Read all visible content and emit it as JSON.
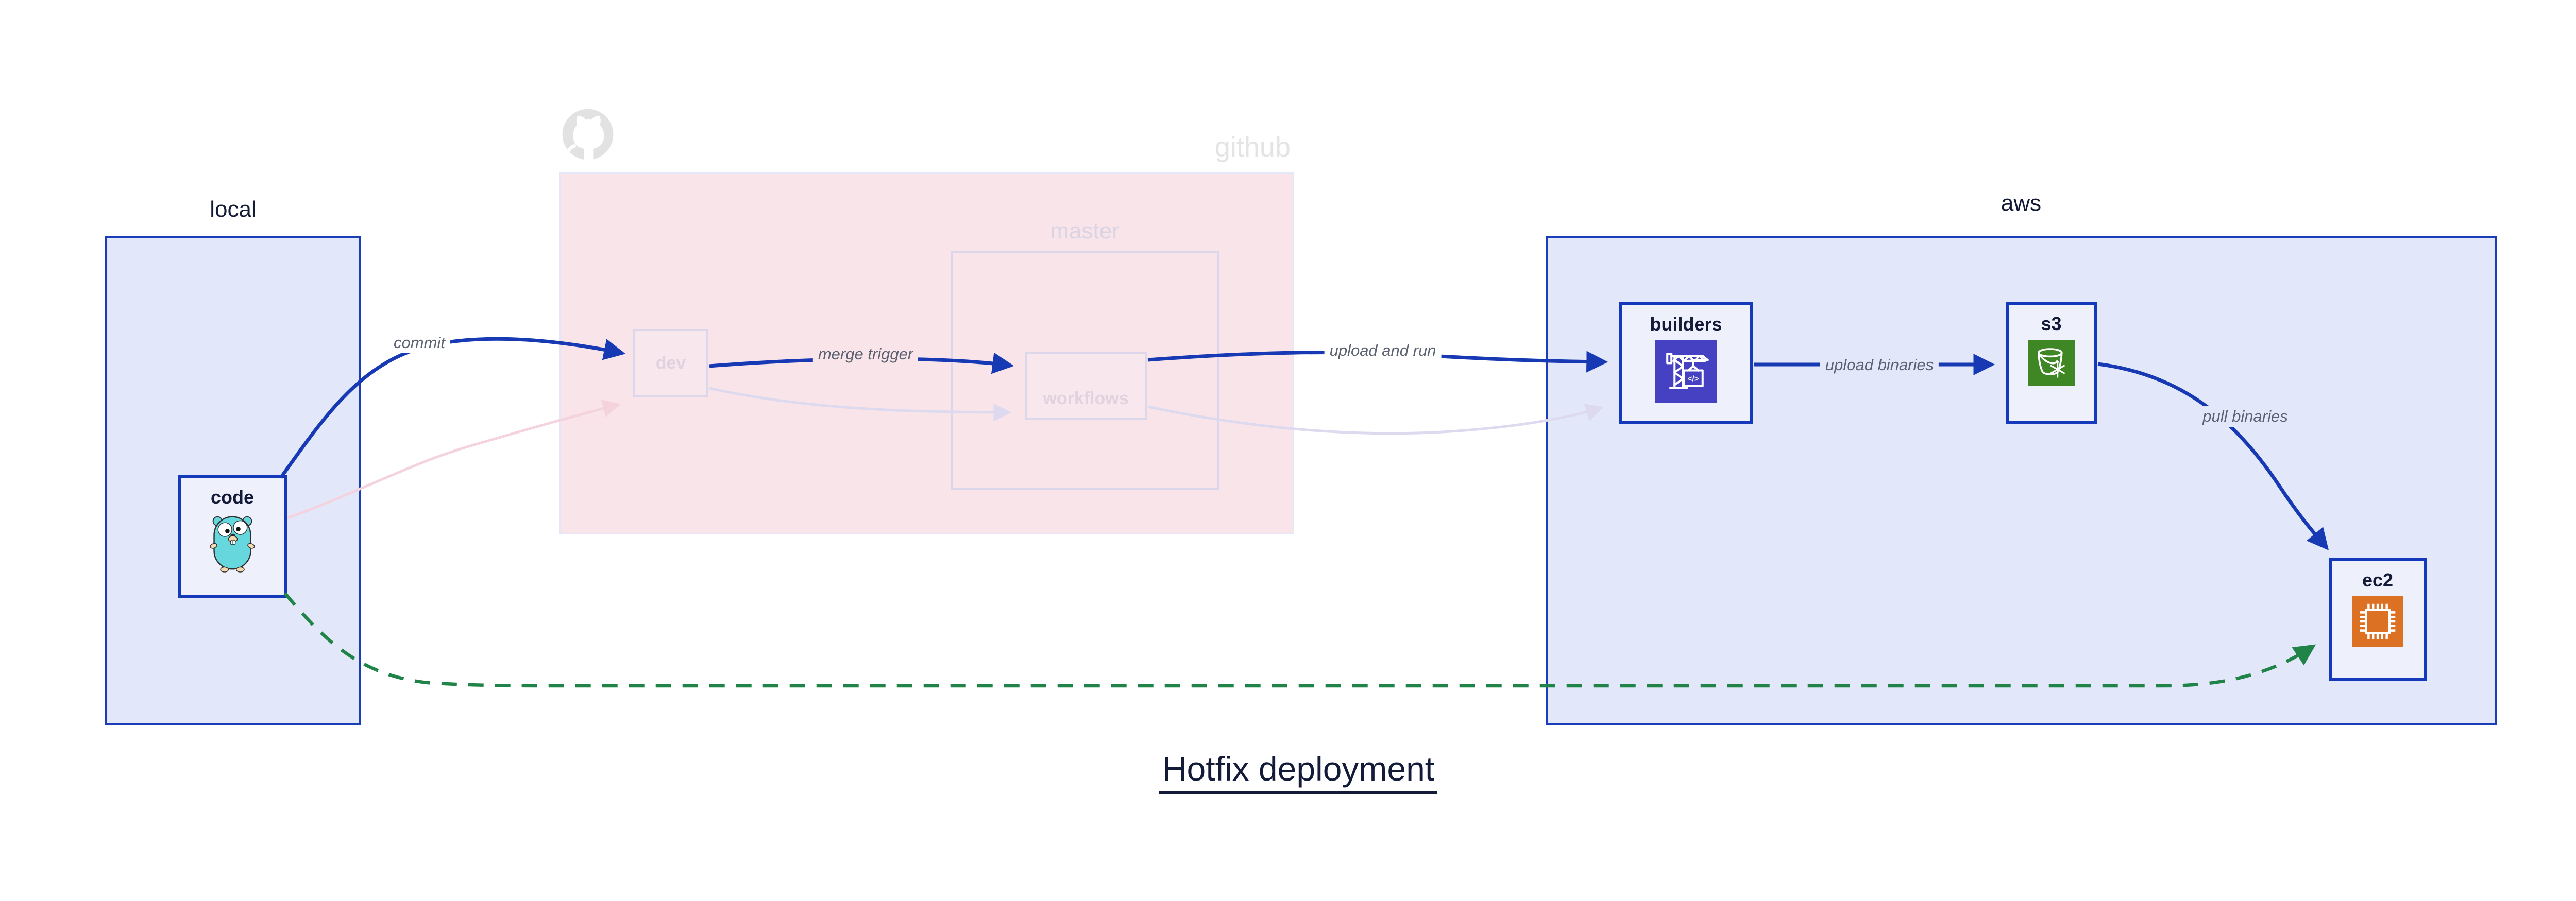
{
  "title": "Hotfix deployment",
  "regions": {
    "local_label": "local",
    "github_label": "github",
    "master_label": "master",
    "aws_label": "aws"
  },
  "nodes": {
    "code": "code",
    "dev": "dev",
    "workflows": "workflows",
    "builders": "builders",
    "s3": "s3",
    "ec2": "ec2"
  },
  "edges": {
    "commit": "commit",
    "merge_trigger": "merge trigger",
    "upload_and_run": "upload and run",
    "upload_binaries": "upload binaries",
    "pull_binaries": "pull binaries"
  },
  "icons": {
    "code": "go-gopher-icon",
    "builders": "codebuild-crane-icon",
    "s3": "s3-glacier-bucket-icon",
    "ec2": "ec2-chip-icon",
    "github": "github-octocat-icon",
    "codebuild_code_text": "</>"
  },
  "colors": {
    "region_fill_blue": "#e2e8f9",
    "region_border_blue": "#1b3eb8",
    "region_fill_pink": "#f9e4e9",
    "node_border_blue": "#1539bb",
    "edge_blue": "#1739b4",
    "edge_green_dashed": "#208449",
    "edge_faded_pink": "#f4d3de",
    "edge_faded_lavender": "#dddaf0",
    "codebuild_icon_bg": "#4641c2",
    "s3_icon_bg": "#3f8624",
    "ec2_icon_bg": "#dc7023",
    "text_navy": "#131b38",
    "edge_label_gray": "#5b6170"
  }
}
